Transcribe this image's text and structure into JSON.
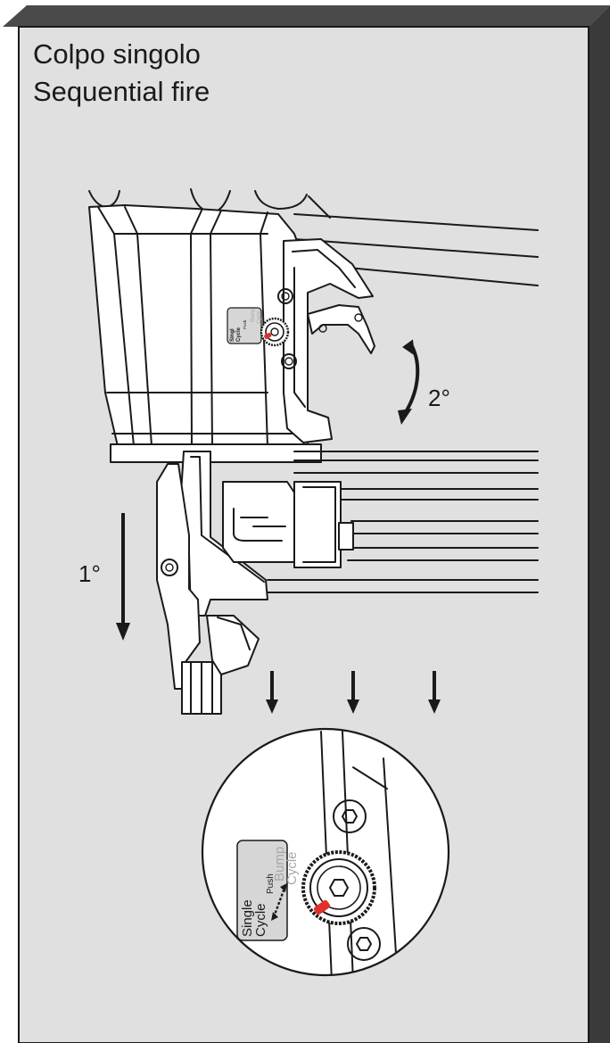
{
  "title": {
    "line1": "Colpo singolo",
    "line2": "Sequential fire"
  },
  "steps": {
    "step1": "1°",
    "step2": "2°"
  },
  "dial_panel": {
    "single": "Single",
    "cycle_left": "Cycle",
    "push": "Push",
    "bump": "Bump",
    "cycle_right": "Cycle"
  },
  "dial_panel_small": {
    "single": "Singl",
    "cycle_left": "Cycle",
    "push": "Push",
    "bump": "Bump",
    "cycle_right": "Cycle"
  },
  "colors": {
    "panel_background": "#e0e0e0",
    "frame_dark": "#3a3a3a",
    "line": "#1a1a1a",
    "tool_fill": "#ffffff",
    "indicator_red": "#e0302a",
    "label_plate": "#d6d6d6"
  },
  "icons": {
    "arrow_down": "arrow-down-icon",
    "arrow_curved": "curved-double-arrow-icon"
  }
}
